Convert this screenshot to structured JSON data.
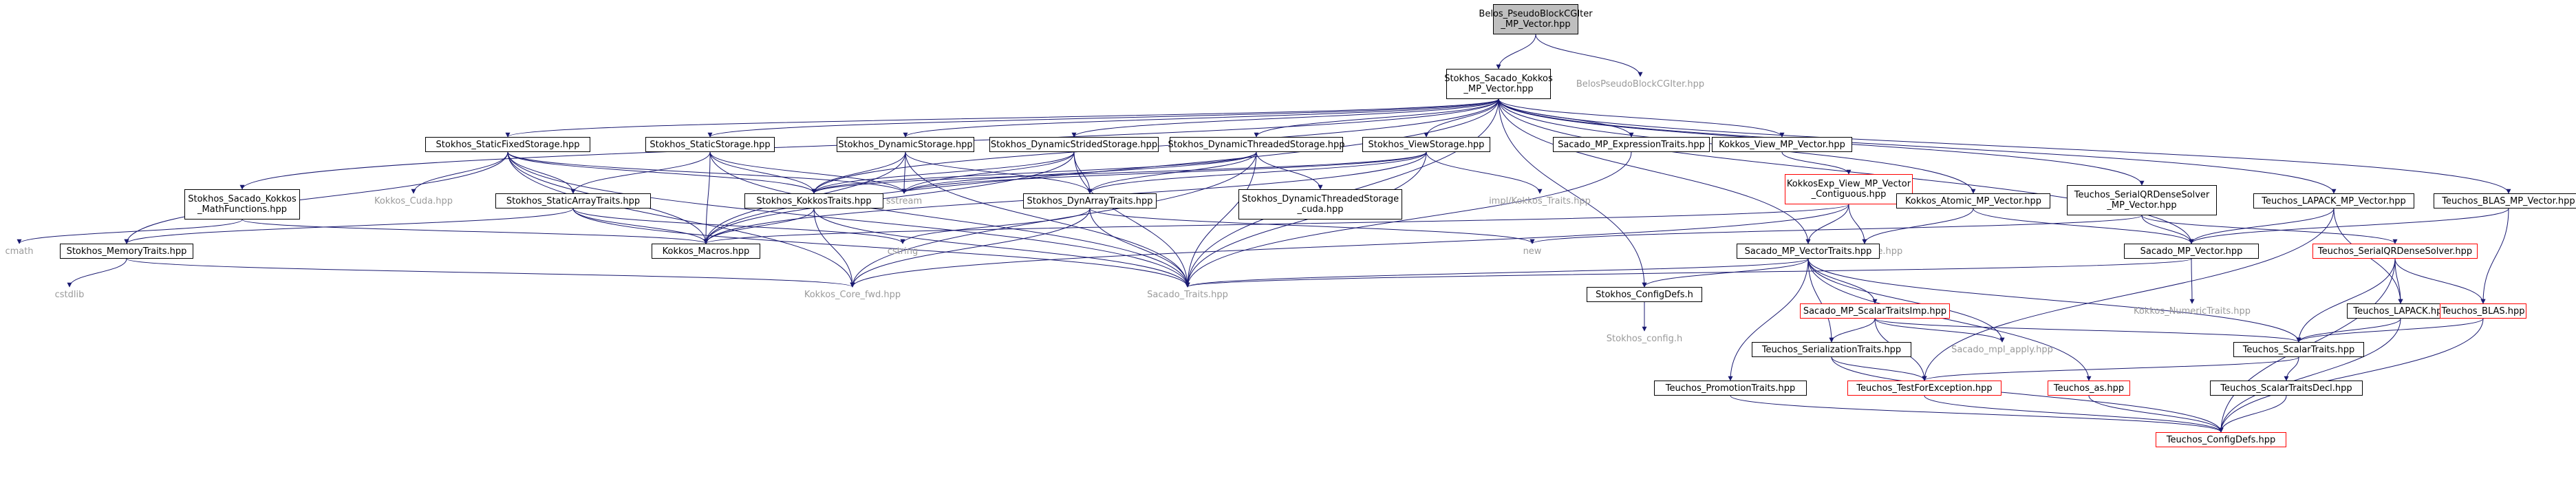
{
  "graph": {
    "root": "Belos_PseudoBlockCGIter_MP_Vector.hpp",
    "nodes": [
      {
        "id": "root",
        "label": "Belos_PseudoBlockCGIter\n_MP_Vector.hpp",
        "style": "root"
      },
      {
        "id": "kokkos_mpvec",
        "label": "Stokhos_Sacado_Kokkos\n_MP_Vector.hpp",
        "style": "normal"
      },
      {
        "id": "belos_cg",
        "label": "BelosPseudoBlockCGIter.hpp",
        "style": "plain"
      },
      {
        "id": "static_fixed",
        "label": "Stokhos_StaticFixedStorage.hpp",
        "style": "normal"
      },
      {
        "id": "static_storage",
        "label": "Stokhos_StaticStorage.hpp",
        "style": "normal"
      },
      {
        "id": "dynamic_storage",
        "label": "Stokhos_DynamicStorage.hpp",
        "style": "normal"
      },
      {
        "id": "dyn_strided",
        "label": "Stokhos_DynamicStridedStorage.hpp",
        "style": "normal"
      },
      {
        "id": "dyn_threaded",
        "label": "Stokhos_DynamicThreadedStorage.hpp",
        "style": "normal"
      },
      {
        "id": "view_storage",
        "label": "Stokhos_ViewStorage.hpp",
        "style": "normal"
      },
      {
        "id": "expr_traits",
        "label": "Sacado_MP_ExpressionTraits.hpp",
        "style": "normal"
      },
      {
        "id": "kokkos_view",
        "label": "Kokkos_View_MP_Vector.hpp",
        "style": "normal"
      },
      {
        "id": "kexp_view",
        "label": "KokkosExp_View_MP_Vector\n_Contiguous.hpp",
        "style": "red"
      },
      {
        "id": "kokkos_atomic",
        "label": "Kokkos_Atomic_MP_Vector.hpp",
        "style": "normal"
      },
      {
        "id": "serial_qr",
        "label": "Teuchos_SerialQRDenseSolver\n_MP_Vector.hpp",
        "style": "normal"
      },
      {
        "id": "lapack_mp",
        "label": "Teuchos_LAPACK_MP_Vector.hpp",
        "style": "normal"
      },
      {
        "id": "blas_mp",
        "label": "Teuchos_BLAS_MP_Vector.hpp",
        "style": "normal"
      },
      {
        "id": "math_functions",
        "label": "Stokhos_Sacado_Kokkos\n_MathFunctions.hpp",
        "style": "normal"
      },
      {
        "id": "kokkos_cuda",
        "label": "Kokkos_Cuda.hpp",
        "style": "plain"
      },
      {
        "id": "static_array",
        "label": "Stokhos_StaticArrayTraits.hpp",
        "style": "normal"
      },
      {
        "id": "kokkos_traits",
        "label": "Stokhos_KokkosTraits.hpp",
        "style": "normal"
      },
      {
        "id": "sstream",
        "label": "sstream",
        "style": "plain"
      },
      {
        "id": "dyn_array",
        "label": "Stokhos_DynArrayTraits.hpp",
        "style": "normal"
      },
      {
        "id": "dyn_threaded_cuda",
        "label": "Stokhos_DynamicThreadedStorage\n_cuda.hpp",
        "style": "normal"
      },
      {
        "id": "impl_kokkos_traits",
        "label": "impl/Kokkos_Traits.hpp",
        "style": "plain"
      },
      {
        "id": "cmath",
        "label": "cmath",
        "style": "plain"
      },
      {
        "id": "memory_traits",
        "label": "Stokhos_MemoryTraits.hpp",
        "style": "normal"
      },
      {
        "id": "kokkos_macros",
        "label": "Kokkos_Macros.hpp",
        "style": "normal"
      },
      {
        "id": "cstring",
        "label": "cstring",
        "style": "plain"
      },
      {
        "id": "new",
        "label": "new",
        "style": "plain"
      },
      {
        "id": "kokkos_core",
        "label": "Kokkos_Core.hpp",
        "style": "plain"
      },
      {
        "id": "vector_traits",
        "label": "Sacado_MP_VectorTraits.hpp",
        "style": "normal"
      },
      {
        "id": "sacado_mp_vector",
        "label": "Sacado_MP_Vector.hpp",
        "style": "normal"
      },
      {
        "id": "teuchos_qr",
        "label": "Teuchos_SerialQRDenseSolver.hpp",
        "style": "red"
      },
      {
        "id": "cstdlib",
        "label": "cstdlib",
        "style": "plain"
      },
      {
        "id": "kokkos_core_fwd",
        "label": "Kokkos_Core_fwd.hpp",
        "style": "plain"
      },
      {
        "id": "sacado_traits",
        "label": "Sacado_Traits.hpp",
        "style": "plain"
      },
      {
        "id": "configdefs",
        "label": "Stokhos_ConfigDefs.h",
        "style": "normal"
      },
      {
        "id": "scalar_traits_imp",
        "label": "Sacado_MP_ScalarTraitsImp.hpp",
        "style": "red"
      },
      {
        "id": "numeric_traits",
        "label": "Kokkos_NumericTraits.hpp",
        "style": "plain"
      },
      {
        "id": "teuchos_lapack",
        "label": "Teuchos_LAPACK.hpp",
        "style": "normal"
      },
      {
        "id": "teuchos_blas",
        "label": "Teuchos_BLAS.hpp",
        "style": "red"
      },
      {
        "id": "stokhos_config",
        "label": "Stokhos_config.h",
        "style": "plain"
      },
      {
        "id": "serialization",
        "label": "Teuchos_SerializationTraits.hpp",
        "style": "normal"
      },
      {
        "id": "mpl_apply",
        "label": "Sacado_mpl_apply.hpp",
        "style": "plain"
      },
      {
        "id": "scalar_traits",
        "label": "Teuchos_ScalarTraits.hpp",
        "style": "normal"
      },
      {
        "id": "promotion",
        "label": "Teuchos_PromotionTraits.hpp",
        "style": "normal"
      },
      {
        "id": "test_for_exception",
        "label": "Teuchos_TestForException.hpp",
        "style": "red"
      },
      {
        "id": "teuchos_as",
        "label": "Teuchos_as.hpp",
        "style": "red"
      },
      {
        "id": "scalar_traits_decl",
        "label": "Teuchos_ScalarTraitsDecl.hpp",
        "style": "normal"
      },
      {
        "id": "teuchos_configdefs",
        "label": "Teuchos_ConfigDefs.hpp",
        "style": "red"
      }
    ],
    "edges": [
      [
        "root",
        "kokkos_mpvec"
      ],
      [
        "root",
        "belos_cg"
      ],
      [
        "kokkos_mpvec",
        "static_fixed"
      ],
      [
        "kokkos_mpvec",
        "static_storage"
      ],
      [
        "kokkos_mpvec",
        "dynamic_storage"
      ],
      [
        "kokkos_mpvec",
        "dyn_strided"
      ],
      [
        "kokkos_mpvec",
        "dyn_threaded"
      ],
      [
        "kokkos_mpvec",
        "view_storage"
      ],
      [
        "kokkos_mpvec",
        "expr_traits"
      ],
      [
        "kokkos_mpvec",
        "kokkos_view"
      ],
      [
        "kokkos_mpvec",
        "kokkos_atomic"
      ],
      [
        "kokkos_mpvec",
        "serial_qr"
      ],
      [
        "kokkos_mpvec",
        "lapack_mp"
      ],
      [
        "kokkos_mpvec",
        "blas_mp"
      ],
      [
        "kokkos_mpvec",
        "math_functions"
      ],
      [
        "kokkos_mpvec",
        "kokkos_traits"
      ],
      [
        "kokkos_mpvec",
        "kokkos_macros"
      ],
      [
        "kokkos_mpvec",
        "vector_traits"
      ],
      [
        "kokkos_mpvec",
        "sacado_mp_vector"
      ],
      [
        "kokkos_mpvec",
        "configdefs"
      ],
      [
        "kokkos_mpvec",
        "sacado_traits"
      ],
      [
        "static_fixed",
        "kokkos_cuda"
      ],
      [
        "static_fixed",
        "static_array"
      ],
      [
        "static_fixed",
        "kokkos_traits"
      ],
      [
        "static_fixed",
        "sstream"
      ],
      [
        "static_fixed",
        "memory_traits"
      ],
      [
        "static_fixed",
        "kokkos_macros"
      ],
      [
        "static_fixed",
        "sacado_traits"
      ],
      [
        "static_fixed",
        "kokkos_core_fwd"
      ],
      [
        "static_storage",
        "static_array"
      ],
      [
        "static_storage",
        "kokkos_traits"
      ],
      [
        "static_storage",
        "sstream"
      ],
      [
        "static_storage",
        "kokkos_macros"
      ],
      [
        "static_storage",
        "sacado_traits"
      ],
      [
        "dynamic_storage",
        "dyn_array"
      ],
      [
        "dynamic_storage",
        "kokkos_traits"
      ],
      [
        "dynamic_storage",
        "sstream"
      ],
      [
        "dynamic_storage",
        "kokkos_macros"
      ],
      [
        "dynamic_storage",
        "sacado_traits"
      ],
      [
        "dyn_strided",
        "dyn_array"
      ],
      [
        "dyn_strided",
        "kokkos_traits"
      ],
      [
        "dyn_strided",
        "sstream"
      ],
      [
        "dyn_strided",
        "kokkos_macros"
      ],
      [
        "dyn_strided",
        "sacado_traits"
      ],
      [
        "dyn_threaded",
        "dyn_threaded_cuda"
      ],
      [
        "dyn_threaded",
        "dyn_array"
      ],
      [
        "dyn_threaded",
        "kokkos_traits"
      ],
      [
        "dyn_threaded",
        "sstream"
      ],
      [
        "dyn_threaded",
        "kokkos_core_fwd"
      ],
      [
        "dyn_threaded",
        "sacado_traits"
      ],
      [
        "view_storage",
        "impl_kokkos_traits"
      ],
      [
        "view_storage",
        "dyn_array"
      ],
      [
        "view_storage",
        "kokkos_traits"
      ],
      [
        "view_storage",
        "sstream"
      ],
      [
        "view_storage",
        "kokkos_macros"
      ],
      [
        "view_storage",
        "sacado_traits"
      ],
      [
        "expr_traits",
        "sacado_traits"
      ],
      [
        "kokkos_view",
        "kexp_view"
      ],
      [
        "kexp_view",
        "kokkos_core"
      ],
      [
        "kexp_view",
        "vector_traits"
      ],
      [
        "kexp_view",
        "kokkos_macros"
      ],
      [
        "kexp_view",
        "kokkos_core_fwd"
      ],
      [
        "kokkos_atomic",
        "sacado_mp_vector"
      ],
      [
        "kokkos_atomic",
        "kokkos_core"
      ],
      [
        "serial_qr",
        "sacado_mp_vector"
      ],
      [
        "serial_qr",
        "teuchos_qr"
      ],
      [
        "serial_qr",
        "new"
      ],
      [
        "lapack_mp",
        "sacado_mp_vector"
      ],
      [
        "lapack_mp",
        "teuchos_lapack"
      ],
      [
        "lapack_mp",
        "test_for_exception"
      ],
      [
        "blas_mp",
        "sacado_mp_vector"
      ],
      [
        "blas_mp",
        "teuchos_blas"
      ],
      [
        "math_functions",
        "cmath"
      ],
      [
        "math_functions",
        "kokkos_macros"
      ],
      [
        "static_array",
        "cstring"
      ],
      [
        "static_array",
        "memory_traits"
      ],
      [
        "static_array",
        "kokkos_macros"
      ],
      [
        "static_array",
        "sacado_traits"
      ],
      [
        "kokkos_traits",
        "kokkos_macros"
      ],
      [
        "kokkos_traits",
        "kokkos_core_fwd"
      ],
      [
        "kokkos_traits",
        "sacado_traits"
      ],
      [
        "dyn_array",
        "new"
      ],
      [
        "dyn_array",
        "cstring"
      ],
      [
        "dyn_array",
        "kokkos_core_fwd"
      ],
      [
        "dyn_array",
        "sacado_traits"
      ],
      [
        "memory_traits",
        "cstdlib"
      ],
      [
        "memory_traits",
        "kokkos_core_fwd"
      ],
      [
        "vector_traits",
        "configdefs"
      ],
      [
        "vector_traits",
        "scalar_traits_imp"
      ],
      [
        "vector_traits",
        "sacado_traits"
      ],
      [
        "vector_traits",
        "serialization"
      ],
      [
        "vector_traits",
        "mpl_apply"
      ],
      [
        "vector_traits",
        "scalar_traits"
      ],
      [
        "vector_traits",
        "promotion"
      ],
      [
        "vector_traits",
        "teuchos_as"
      ],
      [
        "sacado_mp_vector",
        "sacado_traits"
      ],
      [
        "sacado_mp_vector",
        "numeric_traits"
      ],
      [
        "teuchos_qr",
        "teuchos_lapack"
      ],
      [
        "teuchos_qr",
        "teuchos_blas"
      ],
      [
        "teuchos_qr",
        "scalar_traits"
      ],
      [
        "teuchos_qr",
        "teuchos_configdefs"
      ],
      [
        "configdefs",
        "stokhos_config"
      ],
      [
        "scalar_traits_imp",
        "serialization"
      ],
      [
        "scalar_traits_imp",
        "mpl_apply"
      ],
      [
        "scalar_traits_imp",
        "test_for_exception"
      ],
      [
        "scalar_traits_imp",
        "scalar_traits"
      ],
      [
        "teuchos_lapack",
        "scalar_traits"
      ],
      [
        "teuchos_lapack",
        "teuchos_configdefs"
      ],
      [
        "teuchos_blas",
        "scalar_traits"
      ],
      [
        "teuchos_blas",
        "teuchos_configdefs"
      ],
      [
        "serialization",
        "test_for_exception"
      ],
      [
        "serialization",
        "teuchos_configdefs"
      ],
      [
        "scalar_traits",
        "scalar_traits_decl"
      ],
      [
        "scalar_traits",
        "test_for_exception"
      ],
      [
        "promotion",
        "teuchos_configdefs"
      ],
      [
        "test_for_exception",
        "teuchos_configdefs"
      ],
      [
        "teuchos_as",
        "teuchos_configdefs"
      ],
      [
        "scalar_traits_decl",
        "teuchos_configdefs"
      ]
    ]
  },
  "colors": {
    "edge": "#191970",
    "root_fill": "#bfbfbf",
    "red_border": "#ff0000",
    "plain_text": "#9a9a9a"
  }
}
